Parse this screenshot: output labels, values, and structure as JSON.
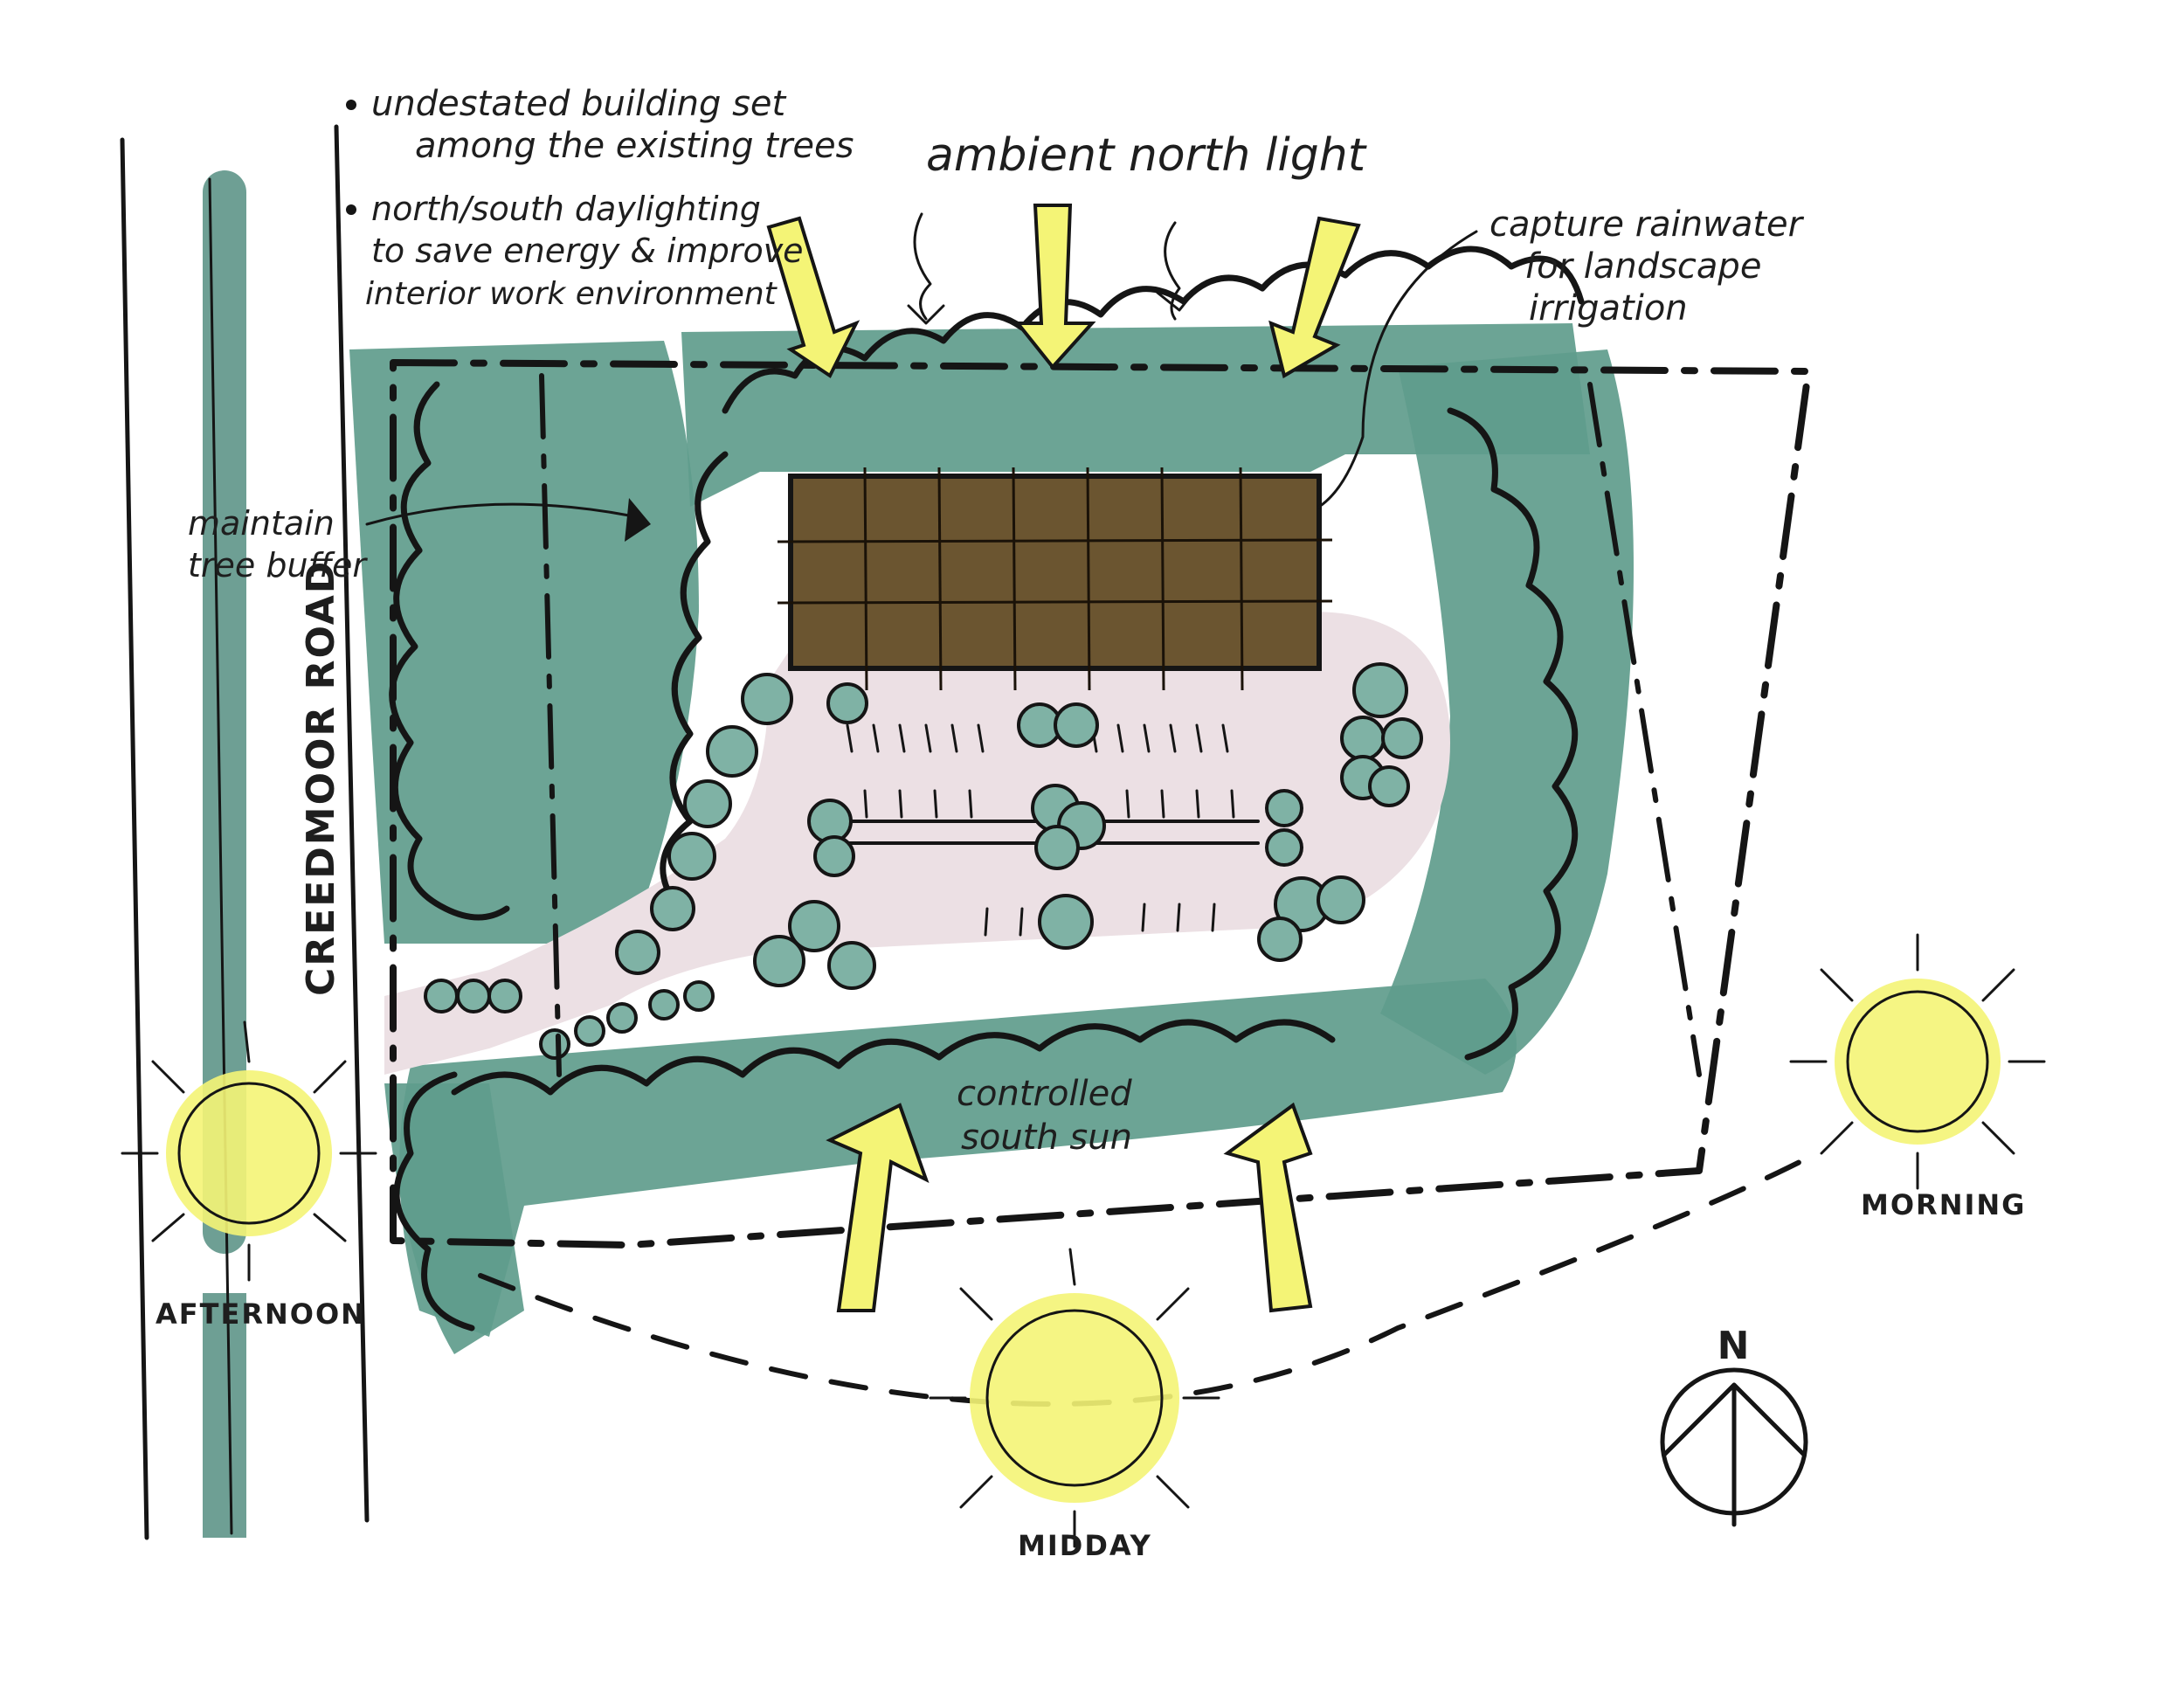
{
  "notes": {
    "bullet1_line1": "undestated building set",
    "bullet1_line2": "among the existing trees",
    "bullet2_line1": "north/south daylighting",
    "bullet2_line2": "to save energy & improve",
    "bullet2_line3": "interior work environment"
  },
  "labels": {
    "north_light": "ambient north light",
    "rainwater_line1": "capture rainwater",
    "rainwater_line2": "for landscape",
    "rainwater_line3": "irrigation",
    "buffer_line1": "maintain",
    "buffer_line2": "tree buffer",
    "road": "CREEDMOOR ROAD",
    "south_sun_line1": "controlled",
    "south_sun_line2": "south sun",
    "afternoon": "AFTERNOON",
    "morning": "MORNING",
    "midday": "MIDDAY",
    "north_arrow": "N"
  },
  "colors": {
    "trees": "#5f9c8c",
    "tree_dark": "#2f5e4c",
    "paving": "#ece0e4",
    "building": "#6b5530",
    "sun": "#f7f57a"
  }
}
